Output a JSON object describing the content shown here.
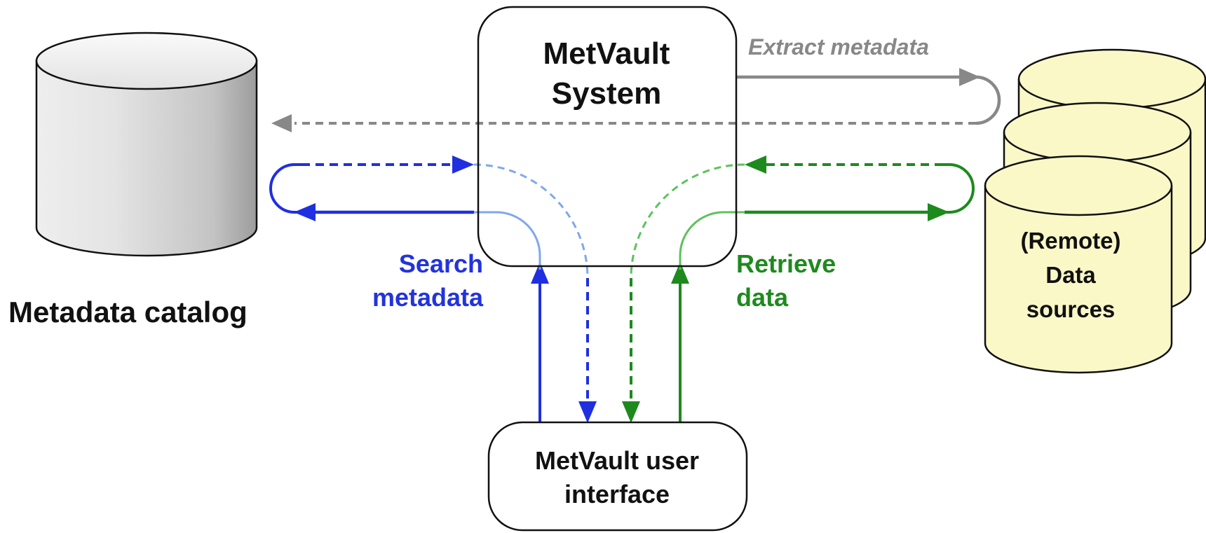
{
  "diagram": {
    "system": {
      "line1": "MetVault",
      "line2": "System"
    },
    "ui": {
      "line1": "MetVault user",
      "line2": "interface"
    },
    "catalog": {
      "label": "Metadata catalog"
    },
    "sources": {
      "line1": "(Remote)",
      "line2": "Data",
      "line3": "sources"
    },
    "flows": {
      "extract": "Extract metadata",
      "search": {
        "line1": "Search",
        "line2": "metadata"
      },
      "retrieve": {
        "line1": "Retrieve",
        "line2": "data"
      }
    }
  },
  "colors": {
    "search_dark": "#1f2fe0",
    "search_light": "#7fa7ee",
    "retrieve_dark": "#1e8a1e",
    "retrieve_light": "#5cc25c",
    "extract_gray": "#888888",
    "source_fill": "#fbf8c8",
    "catalog_fill": "#d9d9d9"
  }
}
